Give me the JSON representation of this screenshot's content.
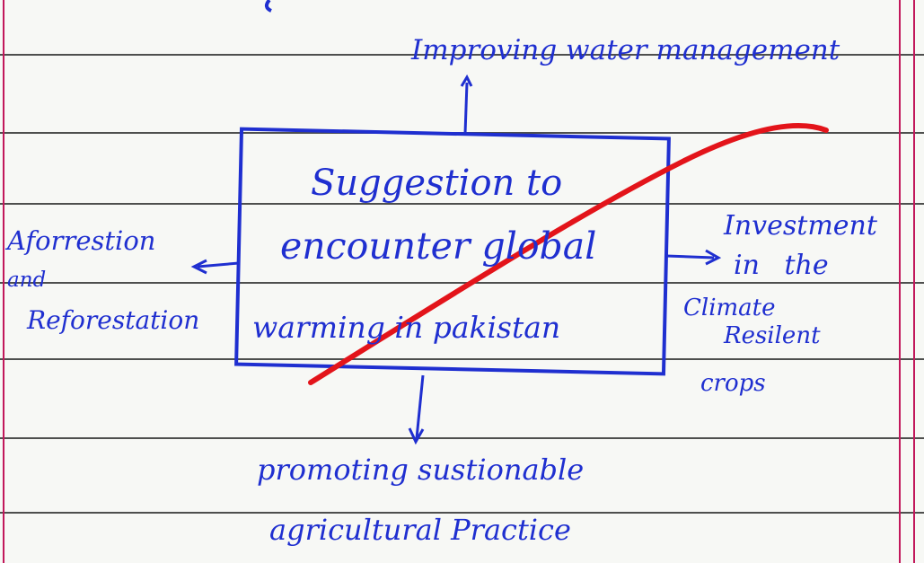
{
  "diagram": {
    "central_box": {
      "line1": "Suggestion to",
      "line2": "encounter global",
      "line3": "warming in pakistan"
    },
    "branches": {
      "top": "Improving water management",
      "left_line1": "Aforrestion",
      "left_line2": "and",
      "left_line3": "Reforestation",
      "right_line1": "Investment",
      "right_line2": "in the",
      "right_line3": "Climate",
      "right_line4": "Resilent",
      "right_line5": "crops",
      "bottom_line1": "promoting sustionable",
      "bottom_line2": "agricultural Practice"
    },
    "colors": {
      "ink": "#1f2fd0",
      "strike": "#e3141a",
      "rule": "#2a2a2a",
      "margin": "#c2185b",
      "paper": "#f7f8f5"
    }
  }
}
